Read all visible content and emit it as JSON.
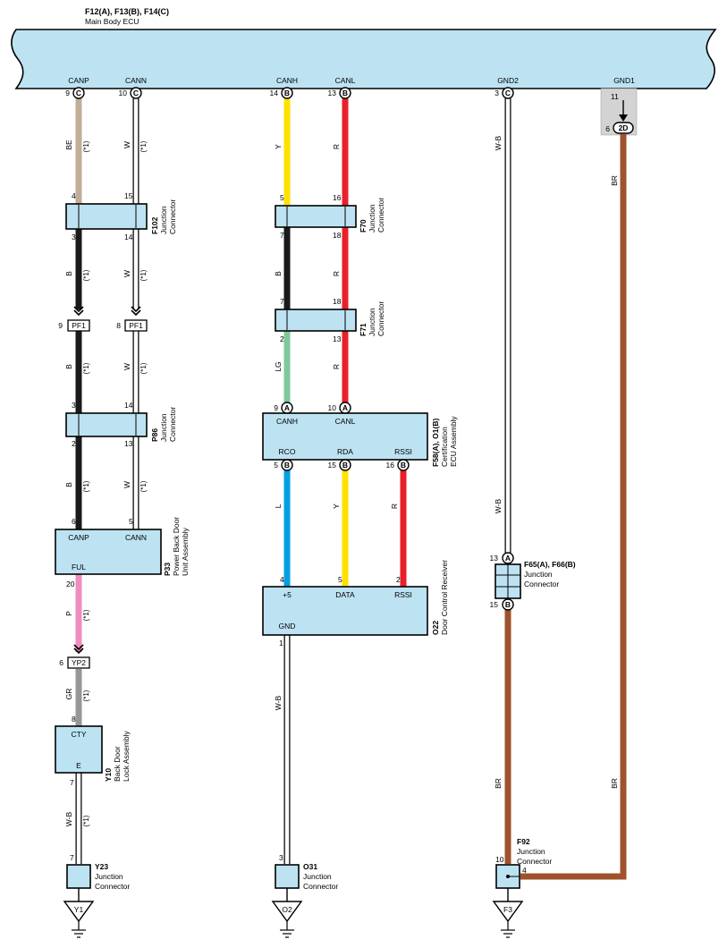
{
  "header": {
    "connectors": "F12(A), F13(B), F14(C)",
    "name": "Main Body ECU"
  },
  "ecu_pins": [
    {
      "label": "CANP",
      "pin": "9",
      "conn": "C"
    },
    {
      "label": "CANN",
      "pin": "10",
      "conn": "C"
    },
    {
      "label": "CANH",
      "pin": "14",
      "conn": "B"
    },
    {
      "label": "CANL",
      "pin": "13",
      "conn": "B"
    },
    {
      "label": "GND2",
      "pin": "3",
      "conn": "C"
    },
    {
      "label": "GND1",
      "pin": "11",
      "conn": "6",
      "conn2": "2D"
    }
  ],
  "wire_colors": {
    "BE": "#c2ad96",
    "W": "#ffffff",
    "Y": "#ffe100",
    "R": "#e8202a",
    "B": "#1a1a1a",
    "LG": "#7fc89a",
    "L": "#00a0e0",
    "P": "#f08cbe",
    "GR": "#969696",
    "BR": "#a0522d",
    "W-B": "#ffffff"
  },
  "wire_labels": {
    "be": "BE",
    "w": "W",
    "y": "Y",
    "r": "R",
    "b": "B",
    "lg": "LG",
    "l": "L",
    "p": "P",
    "gr": "GR",
    "wb": "W-B",
    "br": "BR",
    "note": "(*1)"
  },
  "f102": {
    "id": "F102",
    "name1": "Junction",
    "name2": "Connector",
    "pins": [
      "4",
      "15",
      "3",
      "14"
    ]
  },
  "f70": {
    "id": "F70",
    "name1": "Junction",
    "name2": "Connector",
    "pins": [
      "5",
      "16",
      "7",
      "18"
    ]
  },
  "f71": {
    "id": "F71",
    "name1": "Junction",
    "name2": "Connector",
    "pins": [
      "7",
      "18",
      "2",
      "13"
    ]
  },
  "pf1": {
    "id": "PF1",
    "pins": [
      "9",
      "8"
    ]
  },
  "p86": {
    "id": "P86",
    "name1": "Junction",
    "name2": "Connector",
    "pins": [
      "3",
      "14",
      "2",
      "13"
    ]
  },
  "p33": {
    "id": "P33",
    "name1": "Power Back Door",
    "name2": "Unit Assembly",
    "labels": [
      "CANP",
      "CANN",
      "FUL"
    ],
    "pins": [
      "6",
      "5",
      "20"
    ]
  },
  "yp2": {
    "id": "YP2",
    "pin": "6"
  },
  "y10": {
    "id": "Y10",
    "name1": "Back Door",
    "name2": "Lock Assembly",
    "labels": [
      "CTY",
      "E"
    ],
    "pins": [
      "8",
      "7"
    ]
  },
  "y23": {
    "id": "Y23",
    "name1": "Junction",
    "name2": "Connector",
    "pin": "7",
    "ground": "Y1"
  },
  "f58": {
    "id": "F58(A), O1(B)",
    "name1": "Certification",
    "name2": "ECU Assembly",
    "labels": [
      "CANH",
      "CANL",
      "RCO",
      "RDA",
      "RSSI"
    ],
    "pins": [
      "9",
      "10",
      "5",
      "15",
      "16"
    ],
    "conns": [
      "A",
      "A",
      "B",
      "B",
      "B"
    ]
  },
  "o22": {
    "id": "O22",
    "name1": "Door Control Receiver",
    "labels": [
      "+5",
      "DATA",
      "RSSI",
      "GND"
    ],
    "pins": [
      "4",
      "5",
      "2",
      "1"
    ]
  },
  "o31": {
    "id": "O31",
    "name1": "Junction",
    "name2": "Connector",
    "pin": "3",
    "ground": "O2"
  },
  "f65": {
    "id": "F65(A), F66(B)",
    "name1": "Junction",
    "name2": "Connector",
    "pins": [
      "13",
      "15"
    ],
    "conns": [
      "A",
      "B"
    ]
  },
  "f92": {
    "id": "F92",
    "name1": "Junction",
    "name2": "Connector",
    "pins": [
      "10",
      "4"
    ],
    "ground": "F3"
  }
}
